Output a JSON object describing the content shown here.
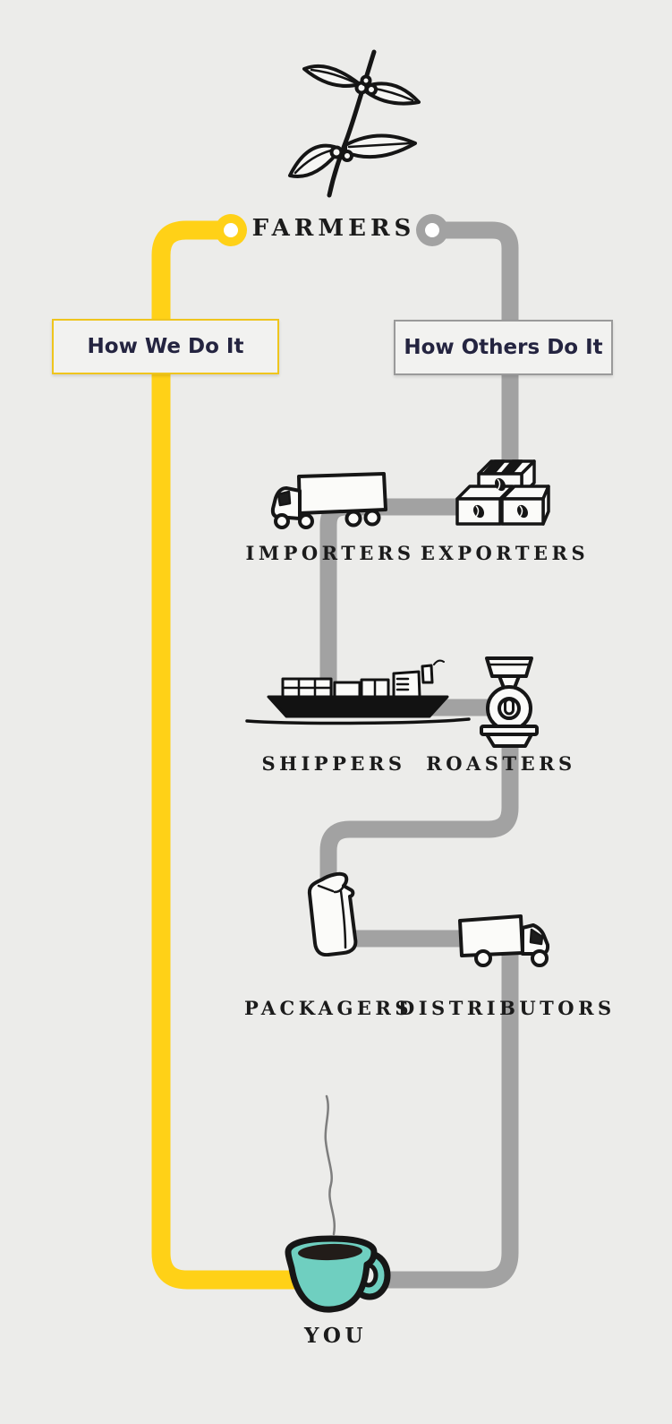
{
  "canvas": {
    "background": "#ECECEA"
  },
  "source": {
    "label": "FARMERS",
    "icon": "coffee-plant-icon"
  },
  "paths": {
    "ours": {
      "label": "How We Do It",
      "color": "#FFD117"
    },
    "theirs": {
      "label": "How Others Do It",
      "color": "#A2A2A2"
    }
  },
  "middlemen": [
    {
      "label": "IMPORTERS",
      "icon": "semi-truck-icon"
    },
    {
      "label": "EXPORTERS",
      "icon": "coffee-crates-icon"
    },
    {
      "label": "SHIPPERS",
      "icon": "cargo-ship-icon"
    },
    {
      "label": "ROASTERS",
      "icon": "coffee-roaster-icon"
    },
    {
      "label": "PACKAGERS",
      "icon": "coffee-bag-icon"
    },
    {
      "label": "DISTRIBUTORS",
      "icon": "delivery-truck-icon"
    }
  ],
  "destination": {
    "label": "YOU",
    "icon": "coffee-cup-icon",
    "cup_color": "#6FCFC0"
  },
  "colors": {
    "background": "#ECECEA",
    "ours_path": "#FFD117",
    "theirs_path": "#A2A2A2",
    "label_text": "#1B1B1B",
    "box_text": "#242440",
    "cup_teal": "#6FCFC0"
  }
}
